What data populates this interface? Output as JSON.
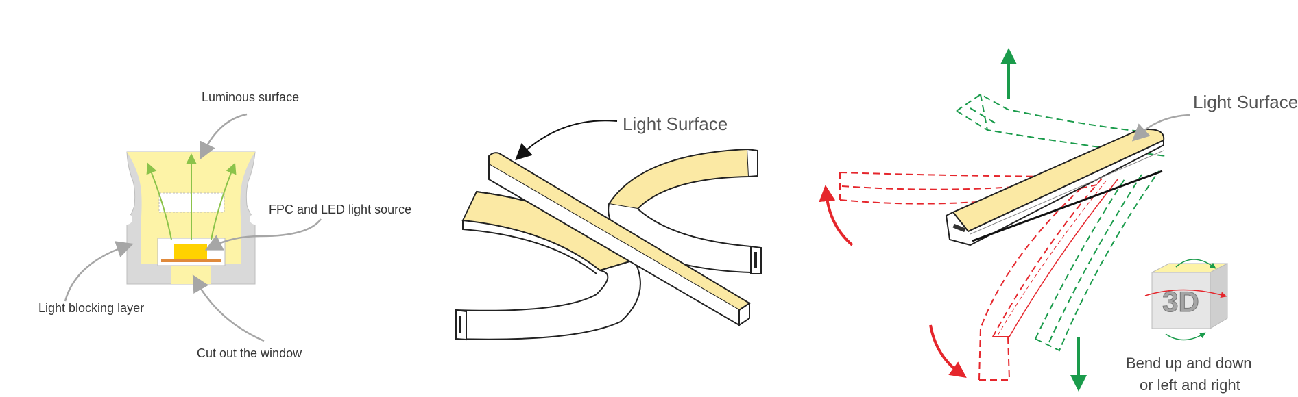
{
  "colors": {
    "yellow": "#FDF3A7",
    "yellow_strip": "#FBE9A4",
    "gray_body": "#D9D9D9",
    "led": "#FFD200",
    "pcb": "#E08A3C",
    "arrow_gray": "#A6A6A6",
    "green": "#1A9B4B",
    "red": "#E5262C",
    "stroke": "#222222"
  },
  "cross_section": {
    "label_luminous": "Luminous surface",
    "label_fpc": "FPC and LED light source",
    "label_blocking": "Light blocking layer",
    "label_window": "Cut out the window"
  },
  "middle": {
    "label_light_surface": "Light Surface"
  },
  "right": {
    "label_light_surface": "Light Surface",
    "badge_text": "3D",
    "caption_line1": "Bend up and down",
    "caption_line2": "or left and right"
  }
}
